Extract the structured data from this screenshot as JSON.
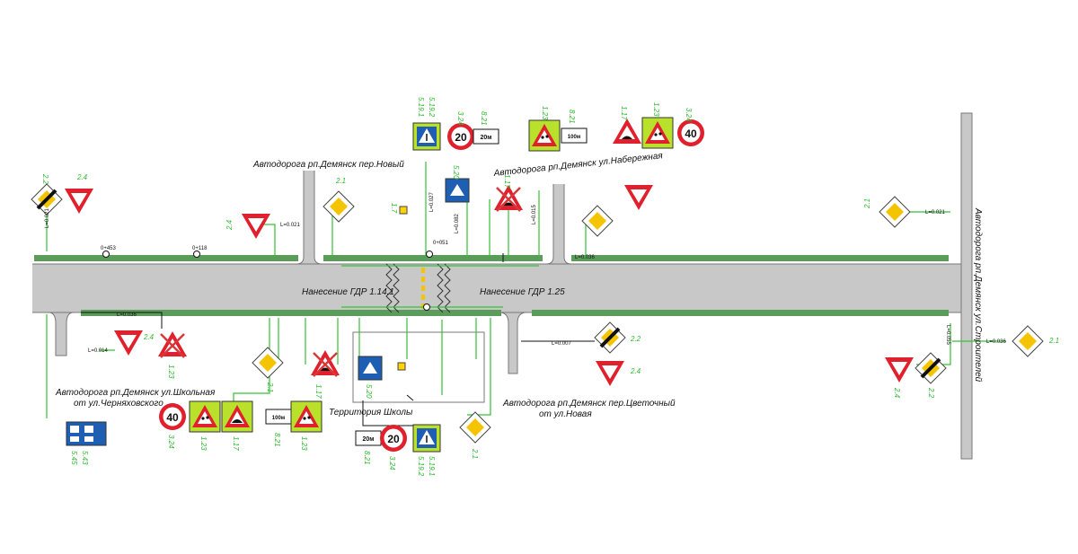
{
  "roads": {
    "novy": "Автодорога  рп.Демянск пер.Новый",
    "naberezhnaya": "Автодорога  рп.Демянск ул.Набережная",
    "shkolnaya_line1": "Автодорога  рп.Демянск  ул.Школьная",
    "shkolnaya_line2": "от ул.Черняховского",
    "tsvetochny_line1": "Автодорога  рп.Демянск  пер.Цветочный",
    "tsvetochny_line2": "от ул.Новая",
    "stroiteley": "Автодорога  рп.Демянск ул.Строителей"
  },
  "markings": {
    "gdr_114": "Нанесение ГДР 1.14.1",
    "gdr_125": "Нанесение ГДР 1.25"
  },
  "school_territory": "Территория Школы",
  "sign_codes": {
    "c22": "2.2",
    "c24": "2.4",
    "c21": "2.1",
    "c117": "1.17",
    "c123": "1.23",
    "c520": "5.20",
    "c324": "3.24",
    "c821": "8.21",
    "c5191": "5.19.1",
    "c5192": "5.19.2",
    "c177": "1.7",
    "c545": "5.45",
    "c543": "5.43"
  },
  "sign_texts": {
    "speed20": "20",
    "speed40": "40",
    "plate20m": "20м",
    "plate100m": "100м"
  },
  "chainage": {
    "k0453": "0+453",
    "k0118": "0+118",
    "k0051": "0+051"
  },
  "distances": {
    "d1": "L=0.021",
    "d2": "L=0.021",
    "d3": "L=0.036",
    "d4": "L=0.014",
    "d5": "L=0.007",
    "d6": "L=0.021",
    "d7": "L=0.055",
    "d8": "L=0.036",
    "d9": "L=0.027",
    "d10": "L=0.082",
    "d11": "L=0.015",
    "d12": "L=0.036"
  },
  "colors": {
    "road": "#c8c8c8",
    "road_edge": "#777777",
    "leader": "#34c234",
    "sidewalk": "#5b9c5b",
    "sign_red": "#e0202c",
    "sign_yellow": "#f5c400",
    "sign_blue": "#1e5fb3",
    "sign_green": "#b9e02a",
    "strike": "#d9383a"
  }
}
